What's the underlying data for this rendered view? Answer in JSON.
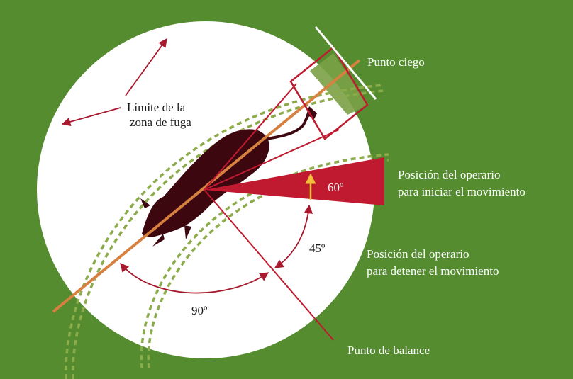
{
  "labels": {
    "blind_spot": "Punto ciego",
    "flight_zone_line1": "Límite de la",
    "flight_zone_line2": "zona de fuga",
    "start_line1": "Posición del operario",
    "start_line2": "para iniciar el movimiento",
    "stop_line1": "Posición del operario",
    "stop_line2": "para detener el movimiento",
    "balance_point": "Punto de balance",
    "angle_60": "60º",
    "angle_45": "45º",
    "angle_90": "90º"
  },
  "colors": {
    "background": "#548c2f",
    "zone_fill": "#ffffff",
    "wedge": "#bf1a2f",
    "arrows": "#a8192e",
    "body_axis": "#d6813f",
    "dashed_arcs": "#8cab4b",
    "blind_spot_fill": "#7aa046",
    "animal": "#3d0710",
    "yellow_arrow": "#f1bd3b",
    "label_text_dark": "#1a1a1a",
    "label_text_light": "#ffffff"
  }
}
